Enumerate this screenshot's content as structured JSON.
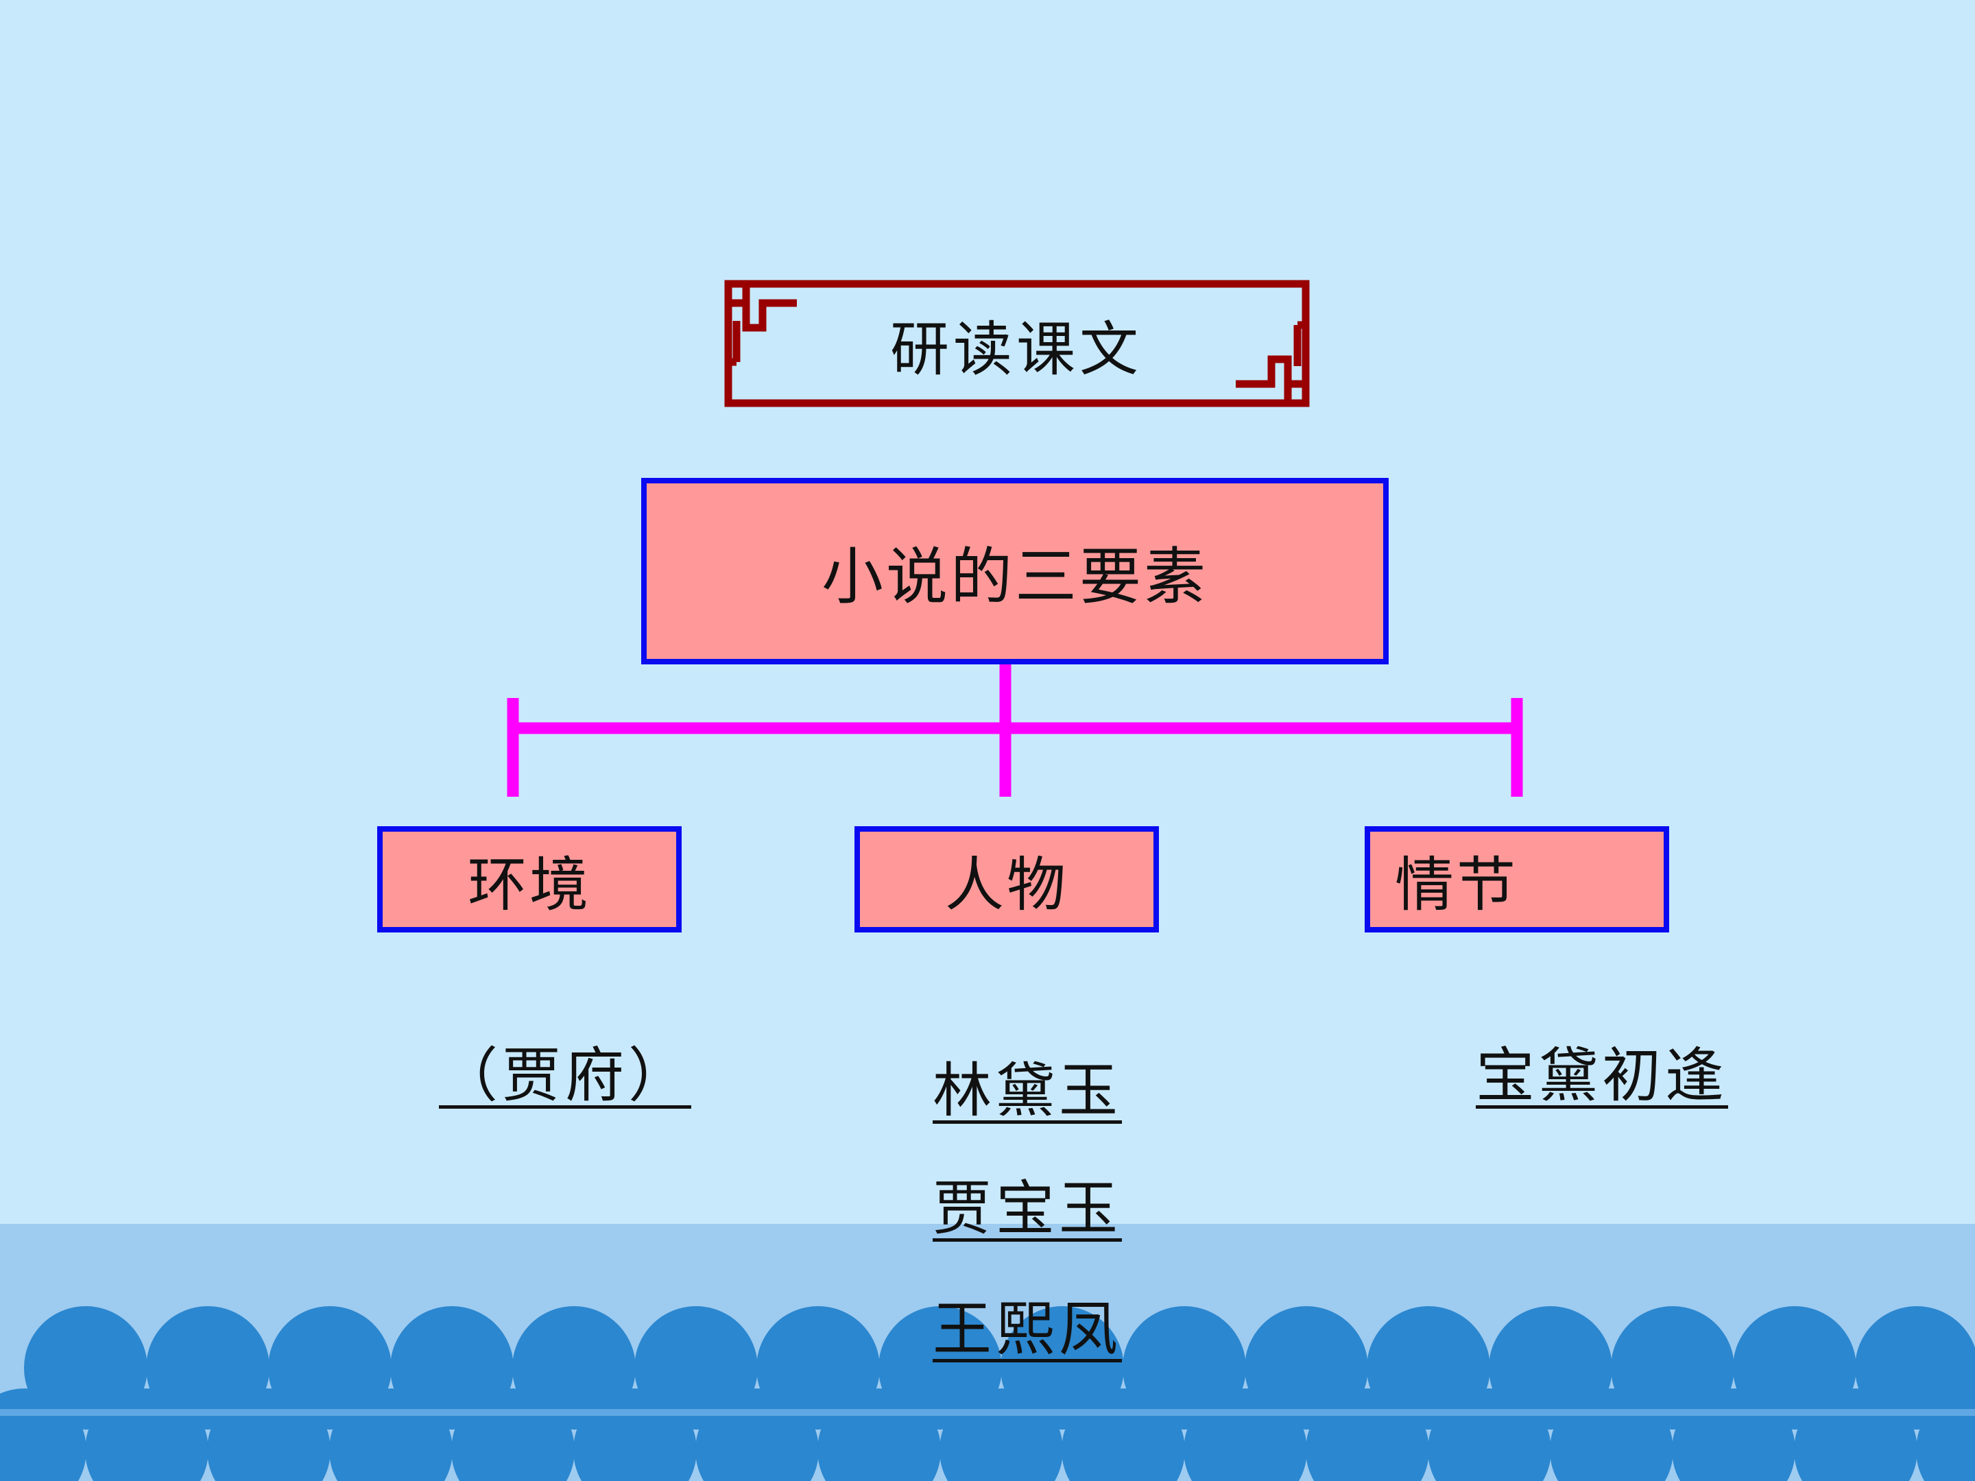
{
  "heading": "研读课文",
  "root": {
    "label": "小说的三要素"
  },
  "branches": [
    {
      "label": "环境",
      "details": [
        "（贾府）"
      ]
    },
    {
      "label": "人物",
      "details": [
        "林黛玉",
        "贾宝玉",
        "王熙凤"
      ]
    },
    {
      "label": "情节",
      "details": [
        "宝黛初逢"
      ]
    }
  ],
  "colors": {
    "background": "#c8e9fb",
    "box_fill": "#ff9999",
    "box_border": "#0a0af0",
    "connector": "#ff00ff",
    "frame": "#990000",
    "wave_dark": "#2b87cf",
    "wave_light": "#9ecbf0"
  }
}
